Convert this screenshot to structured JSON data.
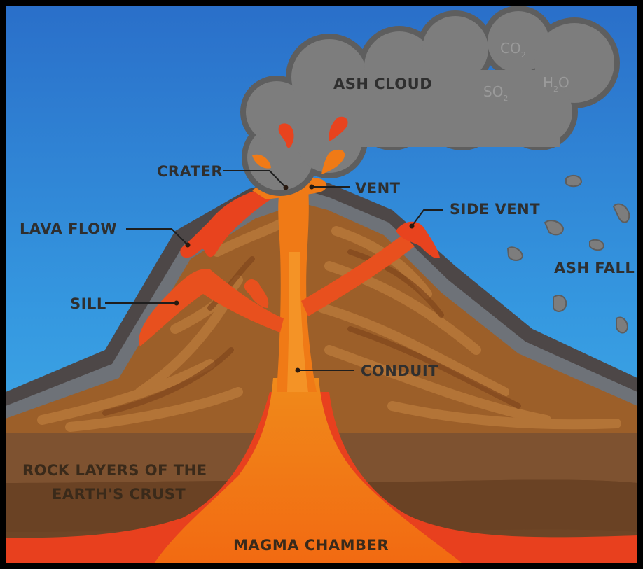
{
  "labels": {
    "ash_cloud": "ASH CLOUD",
    "crater": "CRATER",
    "vent": "VENT",
    "side_vent": "SIDE VENT",
    "lava_flow": "LAVA FLOW",
    "sill": "SILL",
    "ash_fall": "ASH FALL",
    "conduit": "CONDUIT",
    "rock_layers_line1": "ROCK LAYERS OF THE",
    "rock_layers_line2": "EARTH'S CRUST",
    "magma_chamber": "MAGMA CHAMBER"
  },
  "gases": {
    "co2": {
      "base": "CO",
      "sub": "2"
    },
    "so2": {
      "base": "SO",
      "sub": "2"
    },
    "h2o": {
      "base": "H",
      "sub": "2",
      "tail": "O"
    }
  },
  "colors": {
    "sky": "#2c8fd6",
    "cloud": "#7d7d7d",
    "lava": "#e8431e",
    "magma": "#f07c14",
    "rock": "#a8682c"
  }
}
